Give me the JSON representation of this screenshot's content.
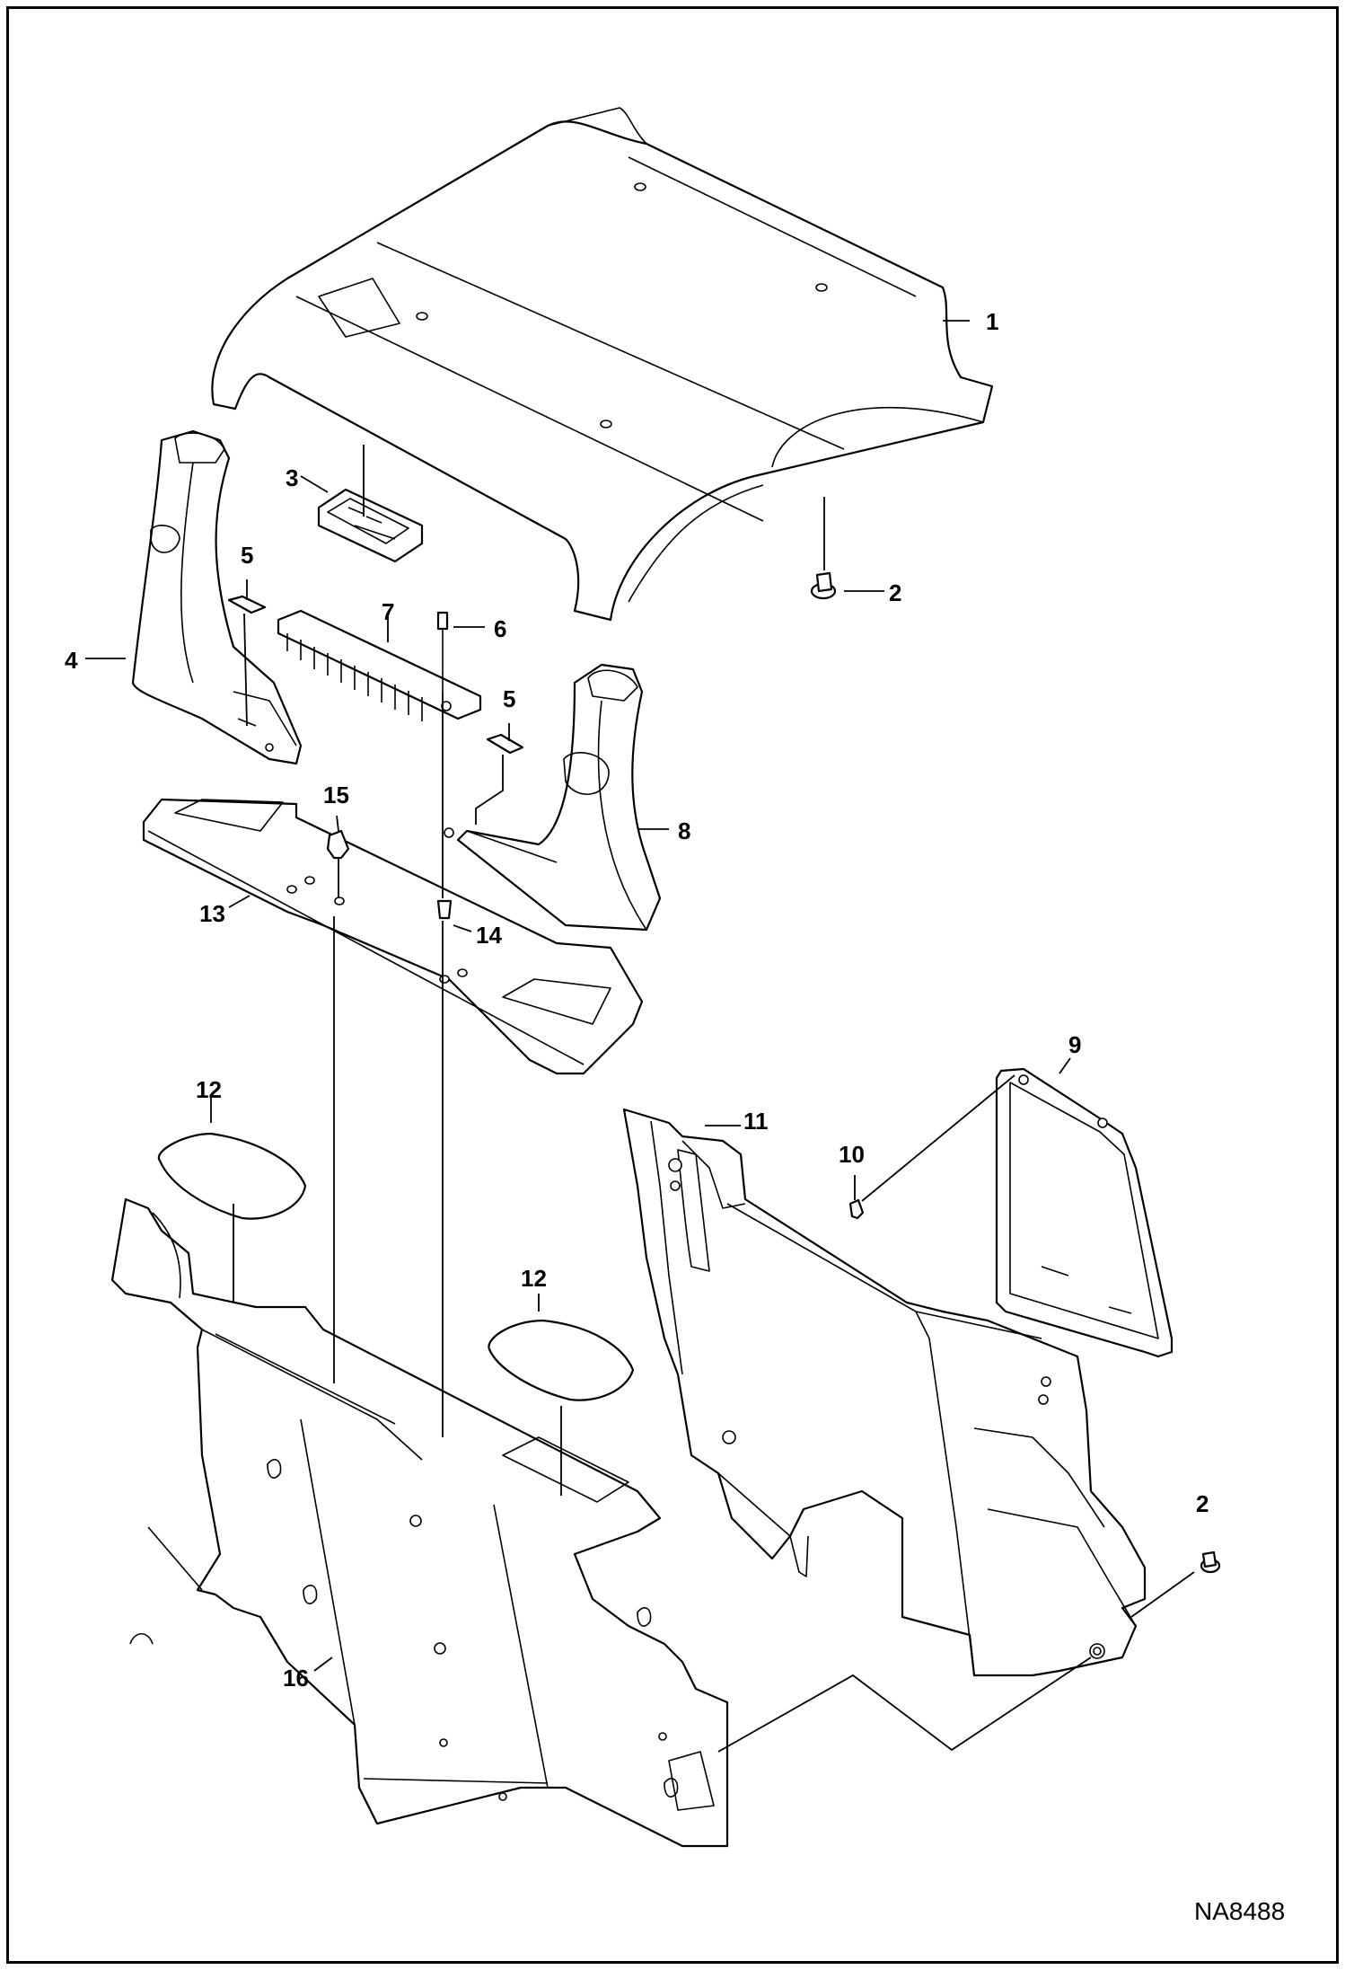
{
  "figure_id": "NA8488",
  "callouts": {
    "c1": "1",
    "c2a": "2",
    "c2b": "2",
    "c3": "3",
    "c4": "4",
    "c5a": "5",
    "c5b": "5",
    "c6": "6",
    "c7": "7",
    "c8": "8",
    "c9": "9",
    "c10": "10",
    "c11": "11",
    "c12a": "12",
    "c12b": "12",
    "c13": "13",
    "c14": "14",
    "c15": "15",
    "c16": "16"
  }
}
